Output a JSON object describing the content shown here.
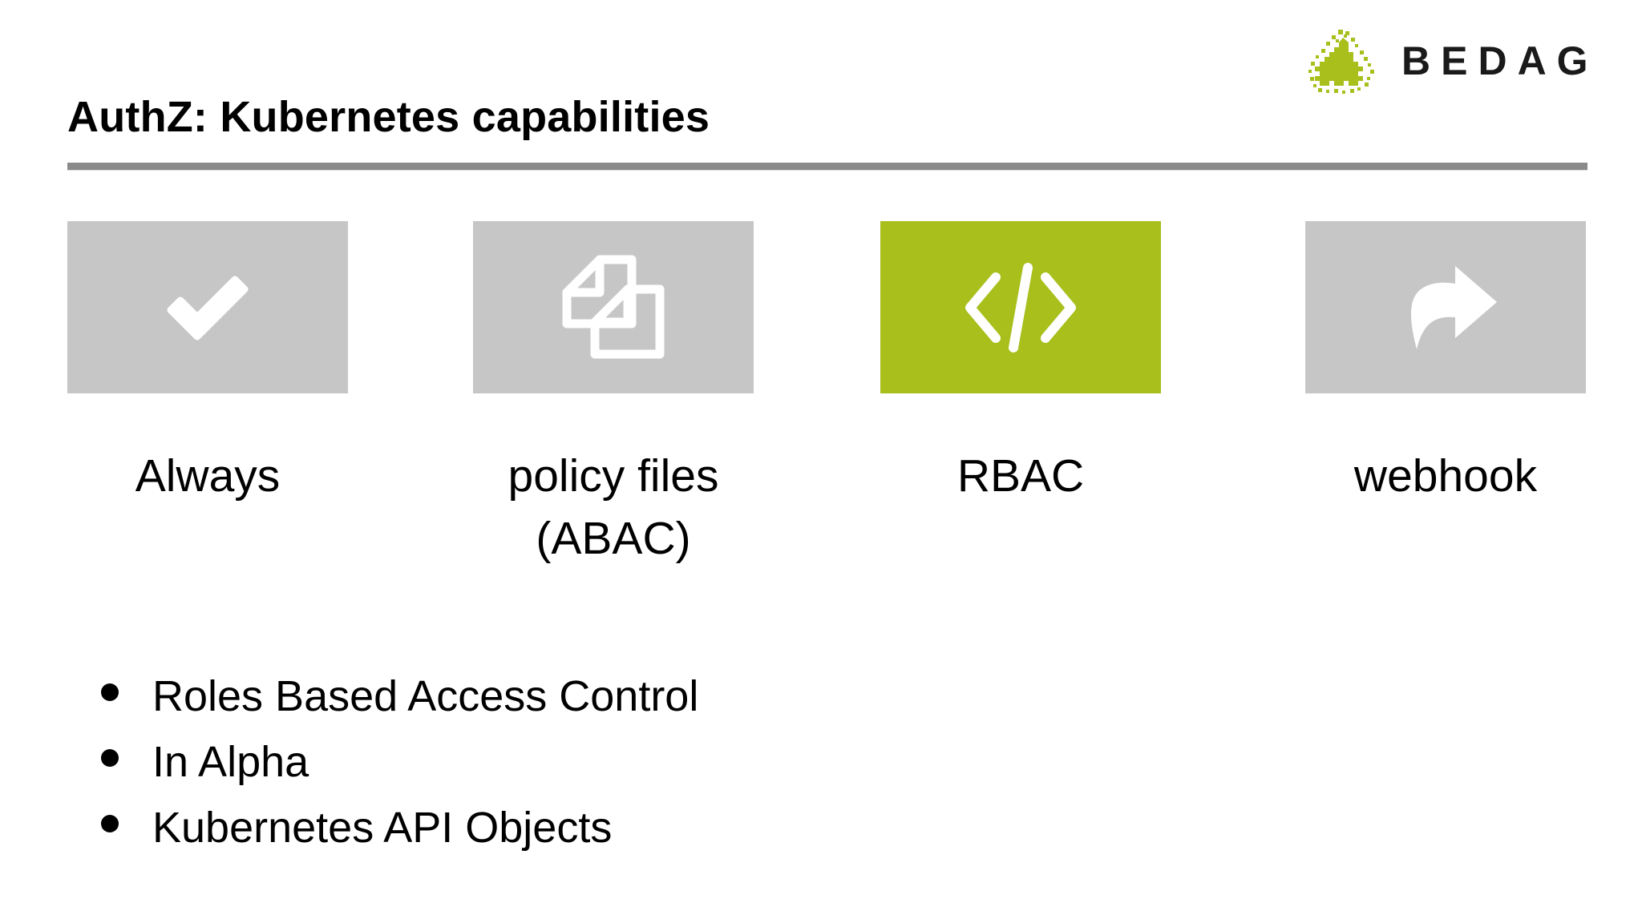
{
  "slide": {
    "title": "AuthZ: Kubernetes capabilities",
    "background_color": "#ffffff",
    "rule_color": "#8a8a8a"
  },
  "logo": {
    "wordmark": "BEDAG",
    "mark_icon": "bedag-pixel-triangle-icon",
    "mark_color": "#a8bf1c",
    "word_color": "#1a1a1a"
  },
  "options": [
    {
      "label": "Always",
      "label_line2": "",
      "icon": "check-icon",
      "tile_color": "#c6c6c6",
      "icon_color": "#ffffff",
      "highlighted": false
    },
    {
      "label": "policy files",
      "label_line2": "(ABAC)",
      "icon": "copy-documents-icon",
      "tile_color": "#c6c6c6",
      "icon_color": "#ffffff",
      "highlighted": false
    },
    {
      "label": "RBAC",
      "label_line2": "",
      "icon": "code-brackets-icon",
      "tile_color": "#a8bf1c",
      "icon_color": "#ffffff",
      "highlighted": true
    },
    {
      "label": "webhook",
      "label_line2": "",
      "icon": "share-arrow-icon",
      "tile_color": "#c6c6c6",
      "icon_color": "#ffffff",
      "highlighted": false
    }
  ],
  "bullets": [
    {
      "text": "Roles Based Access Control"
    },
    {
      "text": "In Alpha"
    },
    {
      "text": "Kubernetes API Objects"
    }
  ]
}
